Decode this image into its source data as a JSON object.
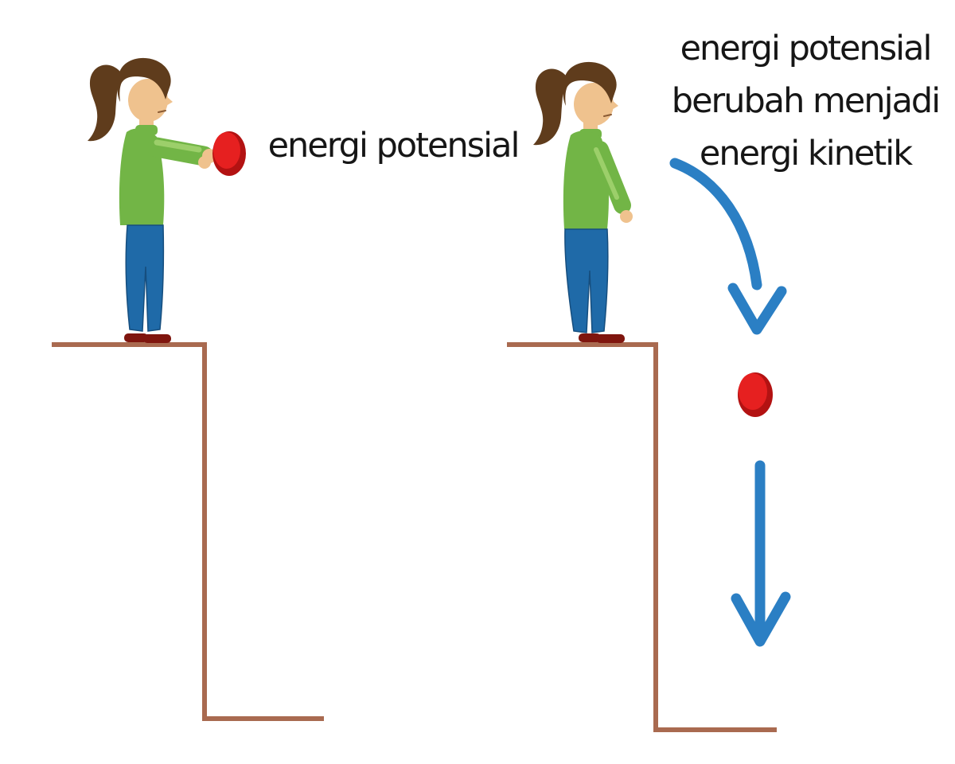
{
  "left_scene": {
    "caption": "energi potensial"
  },
  "right_scene": {
    "caption_line1": "energi potensial",
    "caption_line2": "berubah menjadi",
    "caption_line3": "energi kinetik"
  },
  "colors": {
    "background": "#ffffff",
    "text": "#161616",
    "arrow_blue": "#2b7fc4",
    "ball_red": "#e62020",
    "ball_red_dark": "#b31212",
    "ledge_brown": "#a96a50",
    "sweater_green": "#72b546",
    "sweater_green_light": "#9ccf6a",
    "jeans_blue": "#1f6aa8",
    "hair_brown": "#5f3c1c",
    "skin": "#efc28e",
    "shoe_maroon": "#7f150e"
  }
}
